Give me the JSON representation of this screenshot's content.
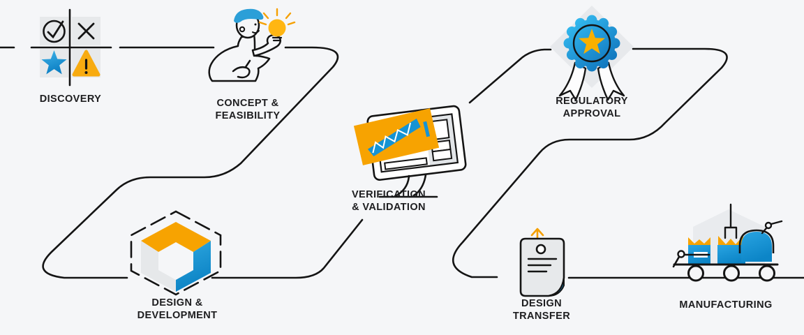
{
  "diagram": {
    "type": "process-flow",
    "background": "#f5f6f8",
    "line_color": "#141414",
    "accent_blue": "#1593d4",
    "accent_light_blue": "#2fa9e1",
    "accent_orange": "#f7a301",
    "accent_yellow": "#ffb612",
    "shape_gray": "#e7e9eb",
    "stages": [
      {
        "id": "discovery",
        "label": [
          "DISCOVERY"
        ],
        "icon": "quadrant-check-x-star-warning-icon"
      },
      {
        "id": "concept-feasibility",
        "label": [
          "CONCEPT &",
          "FEASIBILITY"
        ],
        "icon": "person-idea-lightbulb-icon"
      },
      {
        "id": "design-development",
        "label": [
          "DESIGN &",
          "DEVELOPMENT"
        ],
        "icon": "hexagon-cube-icon"
      },
      {
        "id": "verification-validation",
        "label": [
          "VERIFICATION",
          "& VALIDATION"
        ],
        "icon": "cad-monitor-icon"
      },
      {
        "id": "regulatory-approval",
        "label": [
          "REGULATORY",
          "APPROVAL"
        ],
        "icon": "award-ribbon-icon"
      },
      {
        "id": "design-transfer",
        "label": [
          "DESIGN",
          "TRANSFER"
        ],
        "icon": "document-upload-icon"
      },
      {
        "id": "manufacturing",
        "label": [
          "MANUFACTURING"
        ],
        "icon": "factory-cart-icon"
      }
    ]
  }
}
